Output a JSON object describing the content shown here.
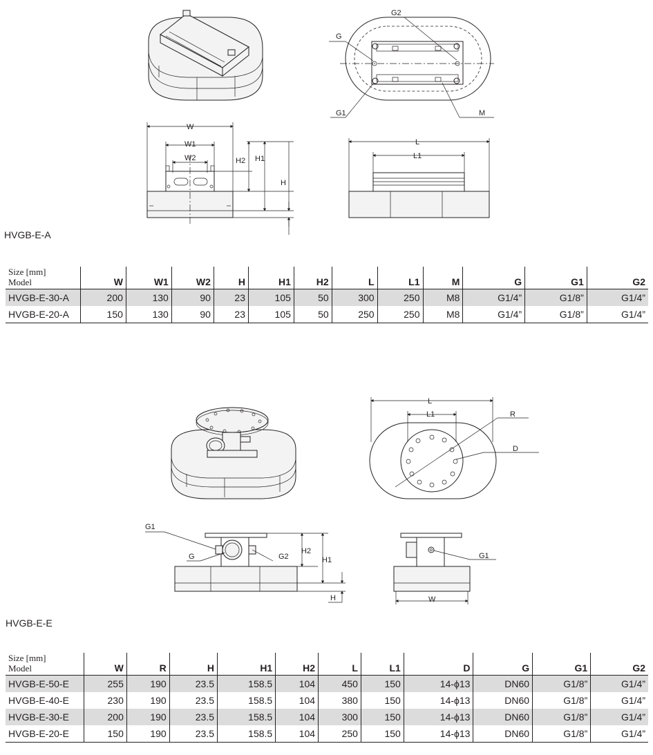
{
  "sectionA": {
    "title": "HVGB-E-A",
    "labels": {
      "W": "W",
      "W1": "W1",
      "W2": "W2",
      "H": "H",
      "H1": "H1",
      "H2": "H2",
      "L": "L",
      "L1": "L1",
      "G": "G",
      "G1": "G1",
      "G2": "G2",
      "M": "M"
    },
    "table": {
      "size_label": "Size [mm]",
      "model_label": "Model",
      "columns": [
        "W",
        "W1",
        "W2",
        "H",
        "H1",
        "H2",
        "L",
        "L1",
        "M",
        "G",
        "G1",
        "G2"
      ],
      "rows": [
        {
          "model": "HVGB-E-30-A",
          "values": [
            "200",
            "130",
            "90",
            "23",
            "105",
            "50",
            "300",
            "250",
            "M8",
            "G1/4”",
            "G1/8”",
            "G1/4”"
          ]
        },
        {
          "model": "HVGB-E-20-A",
          "values": [
            "150",
            "130",
            "90",
            "23",
            "105",
            "50",
            "250",
            "250",
            "M8",
            "G1/4”",
            "G1/8”",
            "G1/4”"
          ]
        }
      ]
    }
  },
  "sectionE": {
    "title": "HVGB-E-E",
    "labels": {
      "L": "L",
      "L1": "L1",
      "R": "R",
      "D": "D",
      "G": "G",
      "G1": "G1",
      "G2": "G2",
      "H": "H",
      "H1": "H1",
      "H2": "H2",
      "W": "W"
    },
    "table": {
      "size_label": "Size [mm]",
      "model_label": "Model",
      "columns": [
        "W",
        "R",
        "H",
        "H1",
        "H2",
        "L",
        "L1",
        "D",
        "G",
        "G1",
        "G2"
      ],
      "rows": [
        {
          "model": "HVGB-E-50-E",
          "values": [
            "255",
            "190",
            "23.5",
            "158.5",
            "104",
            "450",
            "150",
            "14-ϕ13",
            "DN60",
            "G1/8”",
            "G1/4”"
          ]
        },
        {
          "model": "HVGB-E-40-E",
          "values": [
            "230",
            "190",
            "23.5",
            "158.5",
            "104",
            "380",
            "150",
            "14-ϕ13",
            "DN60",
            "G1/8”",
            "G1/4”"
          ]
        },
        {
          "model": "HVGB-E-30-E",
          "values": [
            "200",
            "190",
            "23.5",
            "158.5",
            "104",
            "300",
            "150",
            "14-ϕ13",
            "DN60",
            "G1/8”",
            "G1/4”"
          ]
        },
        {
          "model": "HVGB-E-20-E",
          "values": [
            "150",
            "190",
            "23.5",
            "158.5",
            "104",
            "250",
            "150",
            "14-ϕ13",
            "DN60",
            "G1/8”",
            "G1/4”"
          ]
        }
      ]
    }
  }
}
